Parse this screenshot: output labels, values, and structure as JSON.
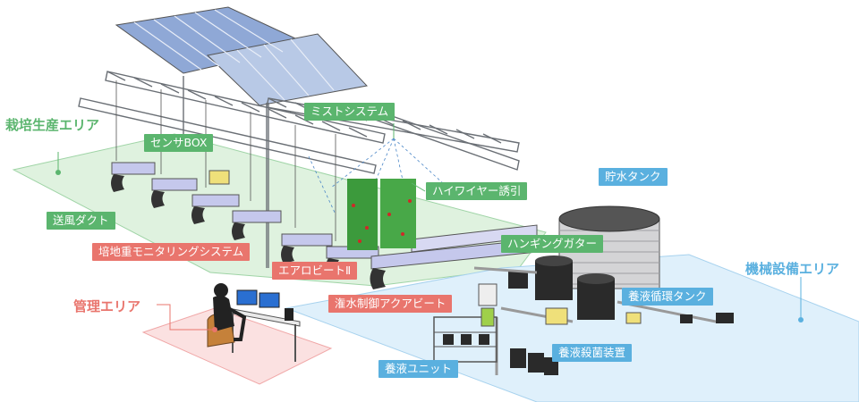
{
  "areas": {
    "cultivation": "栽培生産エリア",
    "management": "管理エリア",
    "machinery": "機械設備エリア"
  },
  "labels": {
    "mist_system": "ミストシステム",
    "sensor_box": "センサBOX",
    "high_wire": "ハイワイヤー誘引",
    "water_tank": "貯水タンク",
    "air_duct": "送風ダクト",
    "hanging_gutter": "ハンギングガター",
    "weight_monitoring": "培地重モニタリングシステム",
    "aerobeat": "エアロビートⅡ",
    "irrigation_aquabeat": "潅水制御アクアビート",
    "nutrient_circulation_tank": "養液循環タンク",
    "nutrient_sterilizer": "養液殺菌装置",
    "nutrient_unit": "養液ユニット"
  },
  "colors": {
    "green_label": "#5bb56e",
    "red_label": "#e9756d",
    "blue_label": "#5ab0df",
    "cultivation_floor": "#dff2df",
    "management_floor": "#fbe1e1",
    "machinery_floor": "#dff0fb"
  }
}
